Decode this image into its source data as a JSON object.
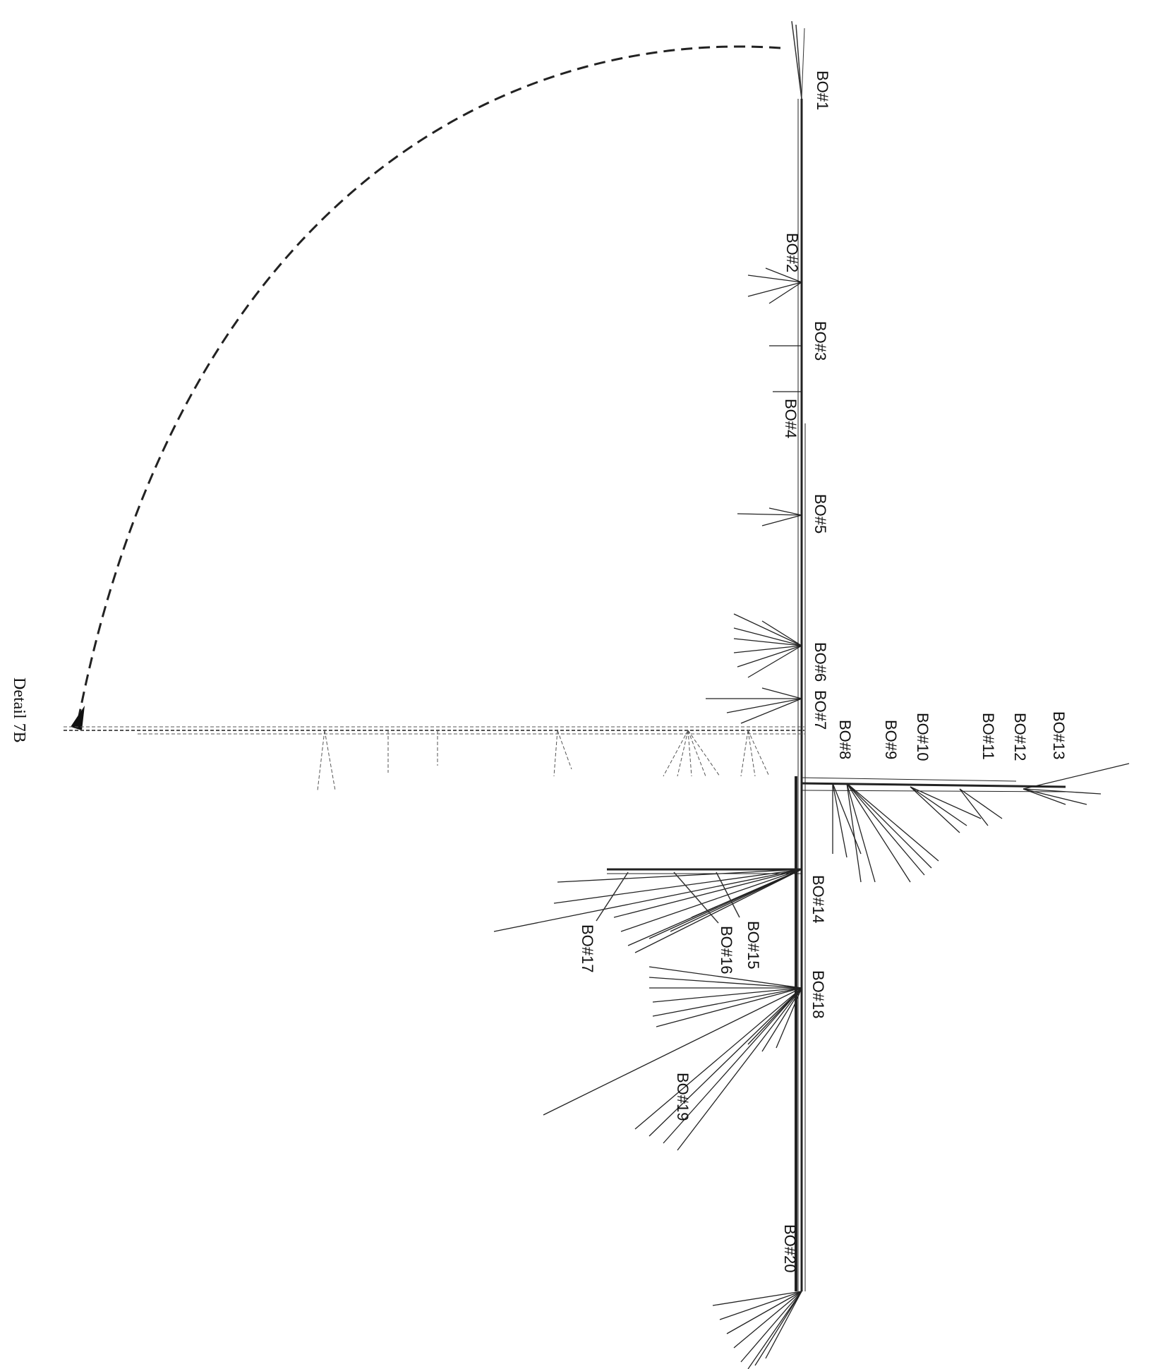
{
  "title": "Detail 7B",
  "branch_labels": [
    {
      "key": "bo1",
      "text": "BO#1"
    },
    {
      "key": "bo2",
      "text": "BO#2"
    },
    {
      "key": "bo3",
      "text": "BO#3"
    },
    {
      "key": "bo4",
      "text": "BO#4"
    },
    {
      "key": "bo5",
      "text": "BO#5"
    },
    {
      "key": "bo6",
      "text": "BO#6"
    },
    {
      "key": "bo7",
      "text": "BO#7"
    },
    {
      "key": "bo8",
      "text": "BO#8"
    },
    {
      "key": "bo9",
      "text": "BO#9"
    },
    {
      "key": "bo10",
      "text": "BO#10"
    },
    {
      "key": "bo11",
      "text": "BO#11"
    },
    {
      "key": "bo12",
      "text": "BO#12"
    },
    {
      "key": "bo13",
      "text": "BO#13"
    },
    {
      "key": "bo14",
      "text": "BO#14"
    },
    {
      "key": "bo15",
      "text": "BO#15"
    },
    {
      "key": "bo16",
      "text": "BO#16"
    },
    {
      "key": "bo17",
      "text": "BO#17"
    },
    {
      "key": "bo18",
      "text": "BO#18"
    },
    {
      "key": "bo19",
      "text": "BO#19"
    },
    {
      "key": "bo20",
      "text": "BO#20"
    }
  ],
  "colors": {
    "ink": "#111111",
    "background": "#ffffff"
  }
}
